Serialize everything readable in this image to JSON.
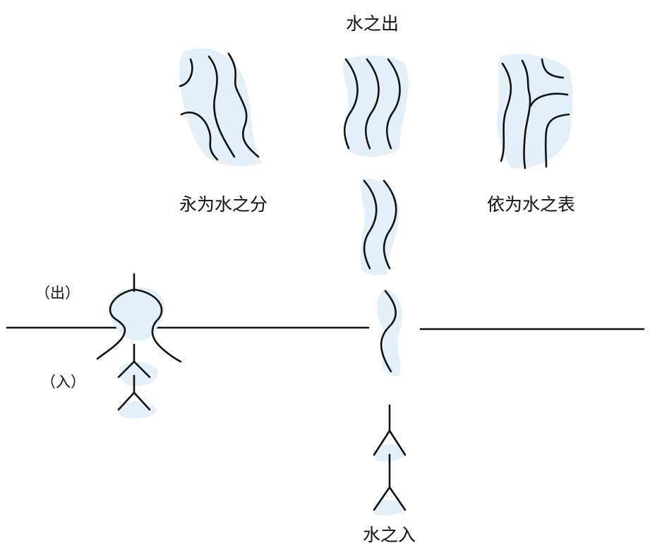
{
  "labels": {
    "top": "水之出",
    "bottom": "水之入",
    "left_group": "永为水之分",
    "right_group": "依为水之表",
    "out_marker": "（出）",
    "in_marker": "（入）"
  },
  "colors": {
    "ink": "#111111",
    "water_wash": "#e3eff9",
    "background": "#ffffff"
  }
}
